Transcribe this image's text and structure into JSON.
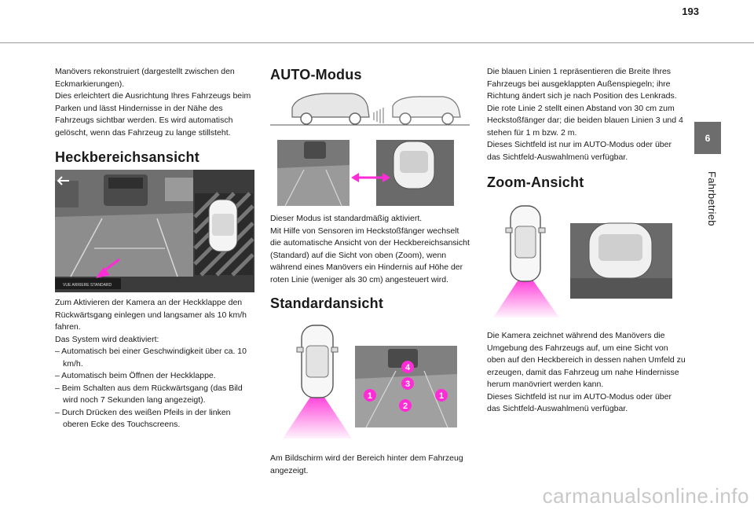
{
  "page": {
    "number": "193",
    "chapter_number": "6",
    "chapter_title": "Fahrbetrieb"
  },
  "col1": {
    "intro": [
      "Manövers rekonstruiert (dargestellt zwischen den Eckmarkierungen).",
      "Dies erleichtert die Ausrichtung Ihres Fahrzeugs beim Parken und lässt Hindernisse in der Nähe des Fahrzeugs sichtbar werden. Es wird automatisch gelöscht, wenn das Fahrzeug zu lange stillsteht."
    ],
    "heading": "Heckbereichsansicht",
    "screen_label": "VUE ARRIERE STANDARD",
    "text": [
      "Zum Aktivieren der Kamera an der Heckklappe den Rückwärtsgang einlegen und langsamer als 10 km/h fahren.",
      "Das System wird deaktiviert:"
    ],
    "list": [
      "–  Automatisch bei einer Geschwindigkeit über ca. 10 km/h.",
      "–  Automatisch beim Öffnen der Heckklappe.",
      "–  Beim Schalten aus dem Rückwärtsgang (das Bild wird noch 7 Sekunden lang angezeigt).",
      "–  Durch Drücken des weißen Pfeils in der linken oberen Ecke des Touchscreens."
    ]
  },
  "col2": {
    "heading_auto": "AUTO-Modus",
    "auto_text": [
      "Dieser Modus ist standardmäßig aktiviert.",
      "Mit Hilfe von Sensoren im Heckstoßfänger wechselt die automatische Ansicht von der Heckbereichsansicht (Standard) auf die Sicht von oben (Zoom), wenn während eines Manövers ein Hindernis auf Höhe der roten Linie (weniger als 30 cm) angesteuert wird."
    ],
    "heading_standard": "Standardansicht",
    "markers": [
      "4",
      "3",
      "1",
      "2",
      "1"
    ],
    "standard_text": "Am Bildschirm wird der Bereich hinter dem Fahrzeug angezeigt."
  },
  "col3": {
    "lines_text": [
      "Die blauen Linien 1 repräsentieren die Breite Ihres Fahrzeugs bei ausgeklappten Außenspiegeln; ihre Richtung ändert sich je nach Position des Lenkrads.",
      "Die rote Linie 2 stellt einen Abstand von 30 cm zum Heckstoßfänger dar; die beiden blauen Linien 3 und 4 stehen für 1 m bzw. 2 m.",
      "Dieses Sichtfeld ist nur im AUTO-Modus oder über das Sichtfeld-Auswahlmenü verfügbar."
    ],
    "heading_zoom": "Zoom-Ansicht",
    "zoom_text": [
      "Die Kamera zeichnet während des Manövers die Umgebung des Fahrzeugs auf, um eine Sicht von oben auf den Heckbereich in dessen nahen Umfeld zu erzeugen, damit das Fahrzeug um nahe Hindernisse herum manövriert werden kann.",
      "Dieses Sichtfeld ist nur im AUTO-Modus oder über das Sichtfeld-Auswahlmenü verfügbar."
    ]
  },
  "footer": {
    "watermark": "carmanualsonline.info"
  },
  "colors": {
    "accent_pink": "#ff2bd6",
    "tab_gray": "#6d6d6d"
  }
}
